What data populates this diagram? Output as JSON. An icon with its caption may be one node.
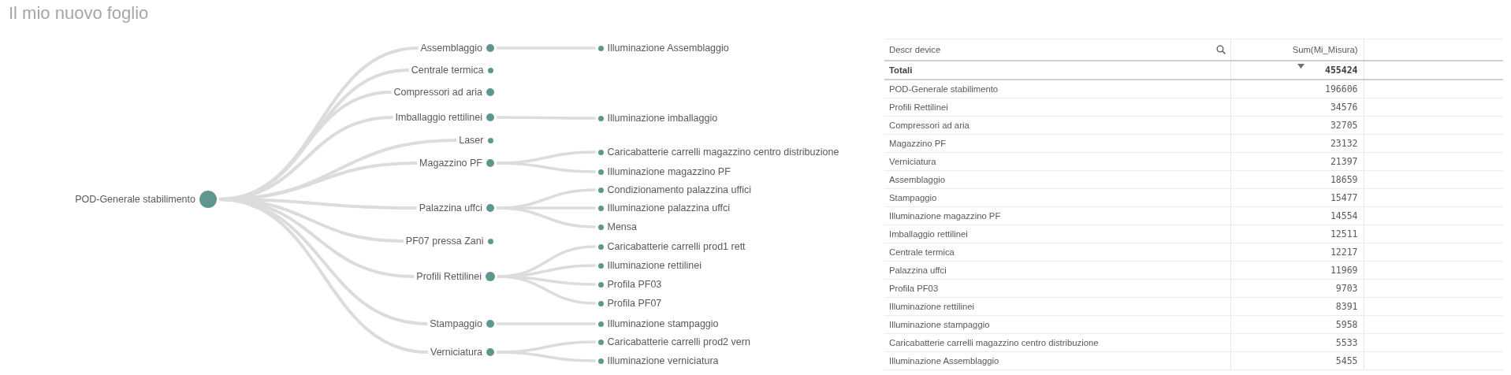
{
  "diagram": {
    "title": "Il mio nuovo foglio",
    "nodes": [
      {
        "text": [
          "POD-Generale stabilimento"
        ]
      },
      {
        "text": [
          "Assemblaggio"
        ]
      },
      {
        "text": [
          "Illuminazione Assemblaggio"
        ]
      },
      {
        "text": [
          "Centrale termica"
        ]
      },
      {
        "text": [
          "Compressori ad aria"
        ]
      },
      {
        "text": [
          "Imballaggio rettilinei"
        ]
      },
      {
        "text": [
          "Illuminazione imballaggio"
        ]
      },
      {
        "text": [
          "Laser"
        ]
      },
      {
        "text": [
          "Magazzino PF"
        ]
      },
      {
        "text": [
          "Caricabatterie carrelli magazzino centro distribuzione"
        ]
      },
      {
        "text": [
          "Illuminazione magazzino PF"
        ]
      },
      {
        "text": [
          "Palazzina uffci"
        ]
      },
      {
        "text": [
          "Condizionamento palazzina uffici"
        ]
      },
      {
        "text": [
          "Illuminazione palazzina uffci"
        ]
      },
      {
        "text": [
          "Mensa"
        ]
      },
      {
        "text": [
          "PF07 pressa Zani"
        ]
      },
      {
        "text": [
          "Profili Rettilinei"
        ]
      },
      {
        "text": [
          "Caricabatterie carrelli prod1 rett"
        ]
      },
      {
        "text": [
          "Illuminazione rettilinei"
        ]
      },
      {
        "text": [
          "Profila PF03"
        ]
      },
      {
        "text": [
          "Profila PF07"
        ]
      },
      {
        "text": [
          "Stampaggio"
        ]
      },
      {
        "text": [
          "Illuminazione stampaggio"
        ]
      },
      {
        "text": [
          "Verniciatura"
        ]
      },
      {
        "text": [
          "Caricabatterie carrelli prod2 vern"
        ]
      },
      {
        "text": [
          "Illuminazione verniciatura"
        ]
      }
    ],
    "edges": [
      {
        "from": 0,
        "to": 1,
        "arrow": "none"
      },
      {
        "from": 1,
        "to": 2,
        "arrow": "none"
      },
      {
        "from": 0,
        "to": 3,
        "arrow": "none"
      },
      {
        "from": 0,
        "to": 4,
        "arrow": "none"
      },
      {
        "from": 0,
        "to": 5,
        "arrow": "none"
      },
      {
        "from": 5,
        "to": 6,
        "arrow": "none"
      },
      {
        "from": 0,
        "to": 7,
        "arrow": "none"
      },
      {
        "from": 0,
        "to": 8,
        "arrow": "none"
      },
      {
        "from": 8,
        "to": 9,
        "arrow": "none"
      },
      {
        "from": 8,
        "to": 10,
        "arrow": "none"
      },
      {
        "from": 0,
        "to": 11,
        "arrow": "none"
      },
      {
        "from": 11,
        "to": 12,
        "arrow": "none"
      },
      {
        "from": 11,
        "to": 13,
        "arrow": "none"
      },
      {
        "from": 11,
        "to": 14,
        "arrow": "none"
      },
      {
        "from": 0,
        "to": 15,
        "arrow": "none"
      },
      {
        "from": 0,
        "to": 16,
        "arrow": "none"
      },
      {
        "from": 16,
        "to": 17,
        "arrow": "none"
      },
      {
        "from": 16,
        "to": 18,
        "arrow": "none"
      },
      {
        "from": 16,
        "to": 19,
        "arrow": "none"
      },
      {
        "from": 16,
        "to": 20,
        "arrow": "none"
      },
      {
        "from": 0,
        "to": 21,
        "arrow": "none"
      },
      {
        "from": 21,
        "to": 22,
        "arrow": "none"
      },
      {
        "from": 0,
        "to": 23,
        "arrow": "none"
      },
      {
        "from": 23,
        "to": 24,
        "arrow": "none"
      },
      {
        "from": 23,
        "to": 25,
        "arrow": "none"
      }
    ],
    "labels": [
      "Descr device",
      "Sum(Mi_Misura)",
      "Totali",
      "455424",
      "POD-Generale stabilimento",
      "196606",
      "Profili Rettilinei",
      "34576",
      "Compressori ad aria",
      "32705",
      "Magazzino PF",
      "23132",
      "Verniciatura",
      "21397",
      "Assemblaggio",
      "18659",
      "Stampaggio",
      "15477",
      "Illuminazione magazzino PF",
      "14554",
      "Imballaggio rettilinei",
      "12511",
      "Centrale termica",
      "12217",
      "Palazzina uffci",
      "11969",
      "Profila PF03",
      "9703",
      "Illuminazione rettilinei",
      "8391",
      "Illuminazione stampaggio",
      "5958",
      "Caricabatterie carrelli magazzino centro distribuzione",
      "5533",
      "Illuminazione Assemblaggio",
      "5455"
    ]
  }
}
